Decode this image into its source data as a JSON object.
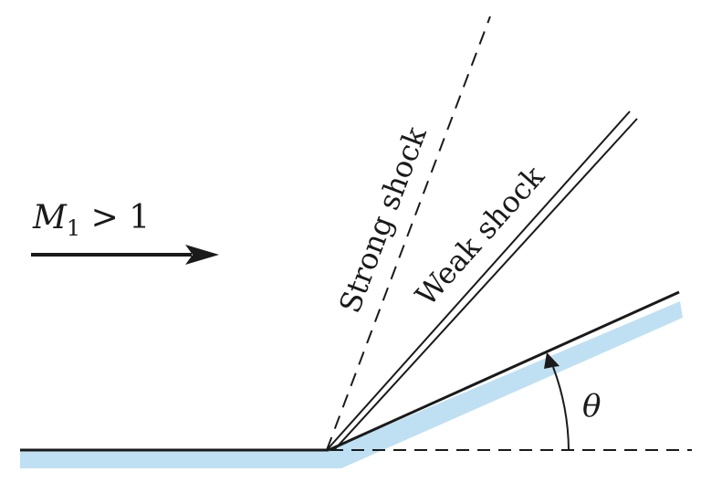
{
  "diagram": {
    "flow_label": {
      "symbol": "M",
      "subscript": "1",
      "relation": " > 1"
    },
    "strong_shock_label": "Strong shock",
    "weak_shock_label": "Weak shock",
    "angle_label": "θ",
    "colors": {
      "wall_fill": "#bfe0f2",
      "ink": "#1a1a1a"
    }
  }
}
